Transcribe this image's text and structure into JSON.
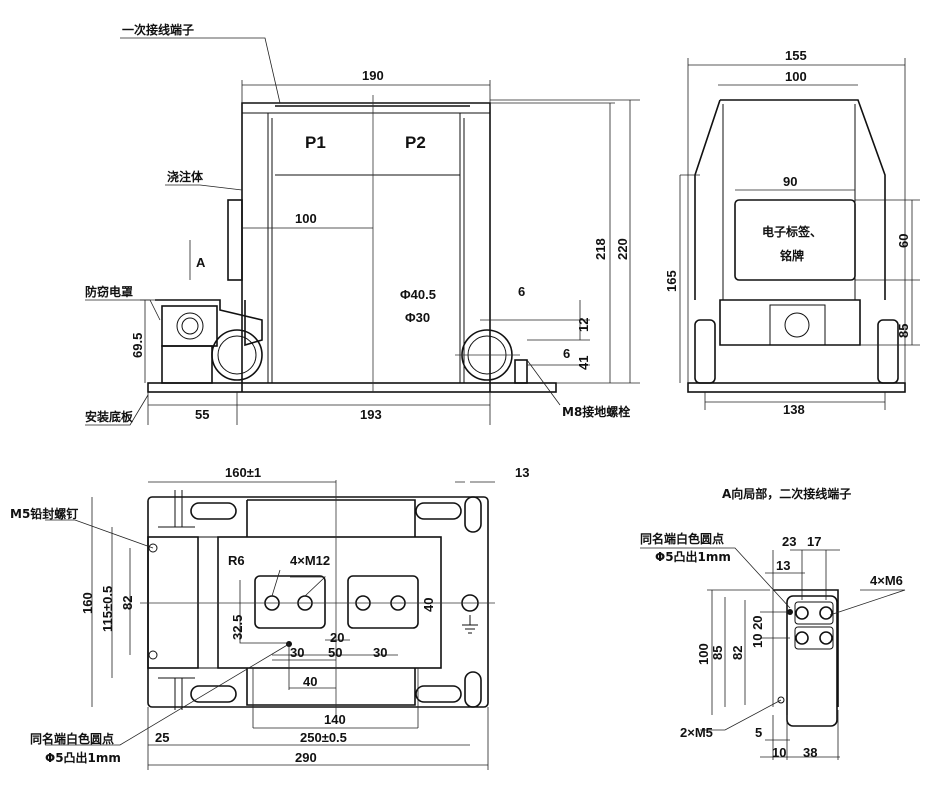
{
  "front_view": {
    "terminals": [
      "P1",
      "P2"
    ],
    "labels": {
      "primary_terminal": "一次接线端子",
      "cast_body": "浇注体",
      "anti_theft_cover": "防窃电罩",
      "mounting_plate": "安装底板",
      "ground_bolt": "M8接地螺栓",
      "view_arrow": "A"
    },
    "dims": {
      "width_top": "190",
      "half_width": "100",
      "height_218": "218",
      "height_220": "220",
      "phi_40_5": "Φ40.5",
      "phi_30": "Φ30",
      "d6_top": "6",
      "d12": "12",
      "d6_bottom": "6",
      "d41": "41",
      "d69_5": "69.5",
      "d55": "55",
      "d193": "193"
    }
  },
  "side_view": {
    "label_nameplate_1": "电子标签、",
    "label_nameplate_2": "铭牌",
    "dims": {
      "d155": "155",
      "d100": "100",
      "d90": "90",
      "d60": "60",
      "d85": "85",
      "d165": "165",
      "d138": "138"
    }
  },
  "plan_view": {
    "labels": {
      "seal_screw": "M5铅封螺钉",
      "polarity_dot_1": "同名端白色圆点",
      "polarity_dot_2": "Φ5凸出1mm"
    },
    "dims": {
      "d160_1": "160±1",
      "d13": "13",
      "d160": "160",
      "d115": "115±0.5",
      "d82": "82",
      "r6": "R6",
      "m12": "4×M12",
      "d32_5": "32.5",
      "d20": "20",
      "d40v": "40",
      "d30a": "30",
      "d50": "50",
      "d30b": "30",
      "d40h": "40",
      "d140": "140",
      "d25": "25",
      "d250": "250±0.5",
      "d290": "290"
    }
  },
  "detail_view": {
    "title": "A向局部，二次接线端子",
    "labels": {
      "polarity_dot_1": "同名端白色圆点",
      "polarity_dot_2": "Φ5凸出1mm",
      "m6": "4×M6",
      "m5": "2×M5"
    },
    "dims": {
      "d23": "23",
      "d17": "17",
      "d13": "13",
      "d100": "100",
      "d85": "85",
      "d82": "82",
      "d10_20": "10 20",
      "d5": "5",
      "d10": "10",
      "d38": "38"
    }
  }
}
